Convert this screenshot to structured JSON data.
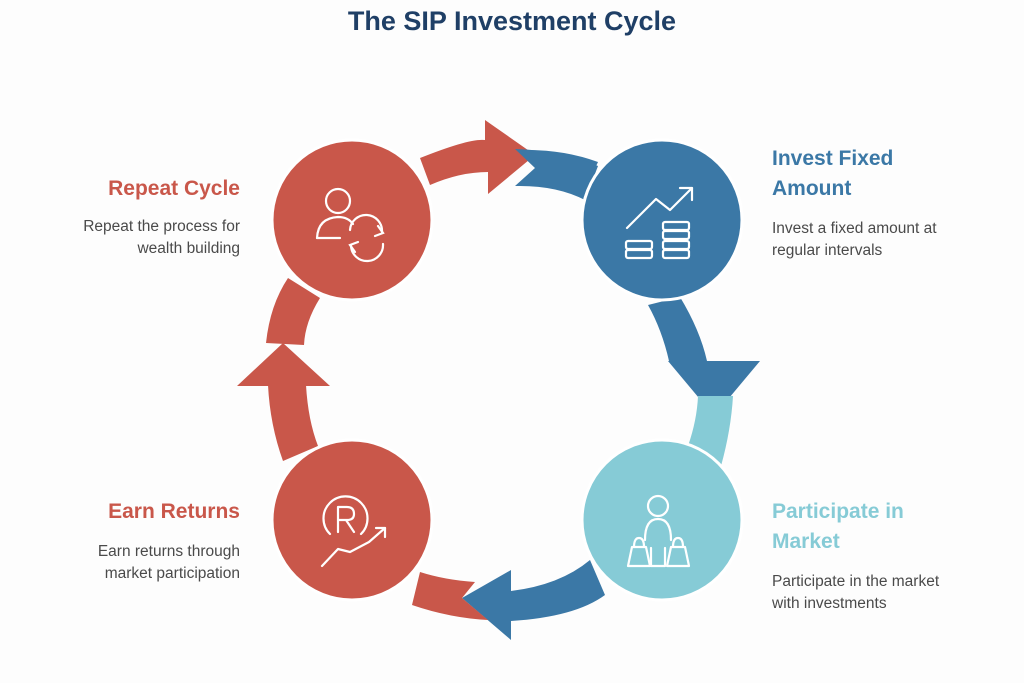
{
  "title": "The SIP Investment Cycle",
  "colors": {
    "title": "#1f3f66",
    "red": "#c9574a",
    "blue": "#3b78a6",
    "teal": "#86cbd6",
    "body_text": "#4a4a4a"
  },
  "steps": [
    {
      "id": "invest",
      "title": "Invest Fixed Amount",
      "description": "Invest a fixed amount at regular intervals",
      "icon": "growth-coins-icon",
      "color": "#3b78a6"
    },
    {
      "id": "participate",
      "title": "Participate in Market",
      "description": "Participate in the market with investments",
      "icon": "person-shopping-bags-icon",
      "color": "#86cbd6"
    },
    {
      "id": "earn",
      "title": "Earn Returns",
      "description": "Earn returns through market participation",
      "icon": "currency-growth-icon",
      "color": "#c9574a"
    },
    {
      "id": "repeat",
      "title": "Repeat Cycle",
      "description": "Repeat the process for wealth building",
      "icon": "person-refresh-icon",
      "color": "#c9574a"
    }
  ],
  "labels": {
    "repeat": {
      "title": "Repeat Cycle",
      "desc_line1": "Repeat the process for",
      "desc_line2": "wealth building"
    },
    "invest": {
      "title_line1": "Invest Fixed",
      "title_line2": "Amount",
      "desc_line1": "Invest a fixed amount at",
      "desc_line2": "regular intervals"
    },
    "participate": {
      "title_line1": "Participate in",
      "title_line2": "Market",
      "desc_line1": "Participate in the market",
      "desc_line2": "with investments"
    },
    "earn": {
      "title": "Earn Returns",
      "desc_line1": "Earn returns through",
      "desc_line2": "market participation"
    }
  }
}
